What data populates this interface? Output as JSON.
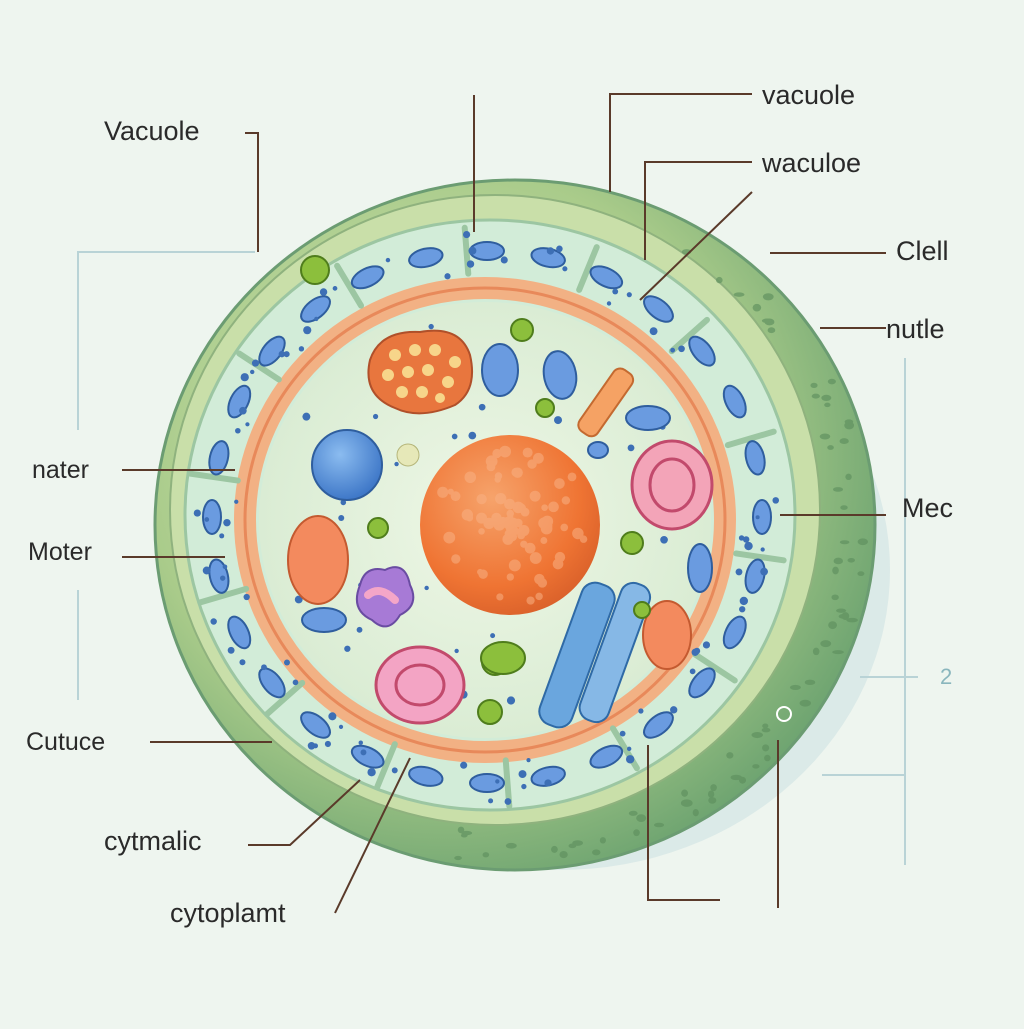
{
  "labels": {
    "vacuole_left": "Vacuole",
    "vacuole_top": "vacuole",
    "waculoe": "waculoe",
    "clell": "Clell",
    "nutle": "nutle",
    "nater": "nater",
    "moter": "Moter",
    "mec": "Mec",
    "number_2": "2",
    "cutuce": "Cutuce",
    "cytmalic": "cytmalic",
    "cytoplamt": "cytoplamt"
  },
  "colors": {
    "background": "#eef5ef",
    "cell_wall": "#7fae7a",
    "cell_wall_light": "#cfe2b0",
    "membrane": "#f0a878",
    "cytoplasm": "#e2f0da",
    "nucleus": "#f07a3c",
    "vacuole_blue": "#5b8fd6",
    "chloroplast": "#8cbf3c",
    "leader_line": "#5a3a2a"
  }
}
